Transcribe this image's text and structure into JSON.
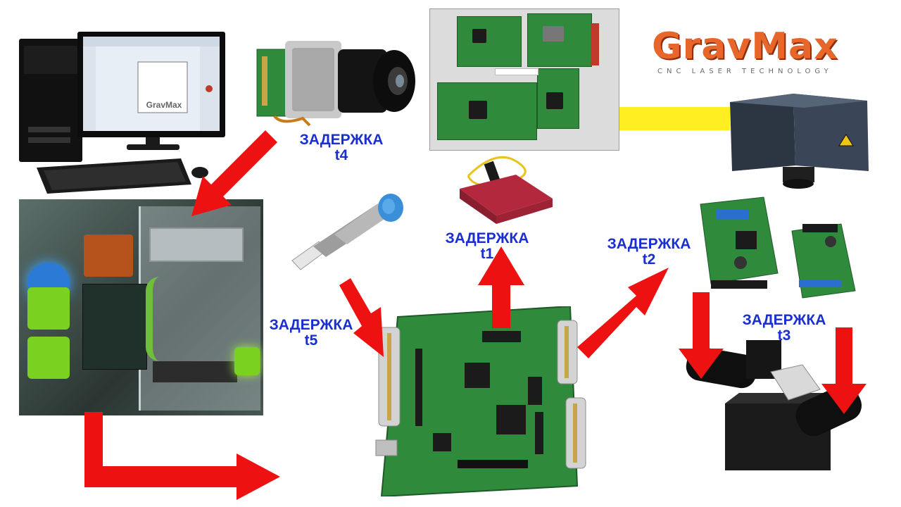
{
  "logo": {
    "text": "GravMax",
    "subtitle": "CNC LASER TECHNOLOGY"
  },
  "screen": {
    "watermark": "GravMax"
  },
  "labels": {
    "t1": {
      "word": "ЗАДЕРЖКА",
      "code": "t1"
    },
    "t2": {
      "word": "ЗАДЕРЖКА",
      "code": "t2"
    },
    "t3": {
      "word": "ЗАДЕРЖКА",
      "code": "t3"
    },
    "t4": {
      "word": "ЗАДЕРЖКА",
      "code": "t4"
    },
    "t5": {
      "word": "ЗАДЕРЖКА",
      "code": "t5"
    }
  },
  "colors": {
    "arrow": "#ee1111",
    "label": "#1a2fd0",
    "link": "#ffee22",
    "pcb": "#2f8a3c",
    "logo": "#e9662a"
  },
  "icons": [
    "computer-icon",
    "camera-icon",
    "controller-box-icon",
    "laser-head-icon",
    "pc-case-icon",
    "proximity-sensor-icon",
    "laser-source-icon",
    "driver-board-icon",
    "galvo-scanner-icon",
    "control-board-icon"
  ]
}
